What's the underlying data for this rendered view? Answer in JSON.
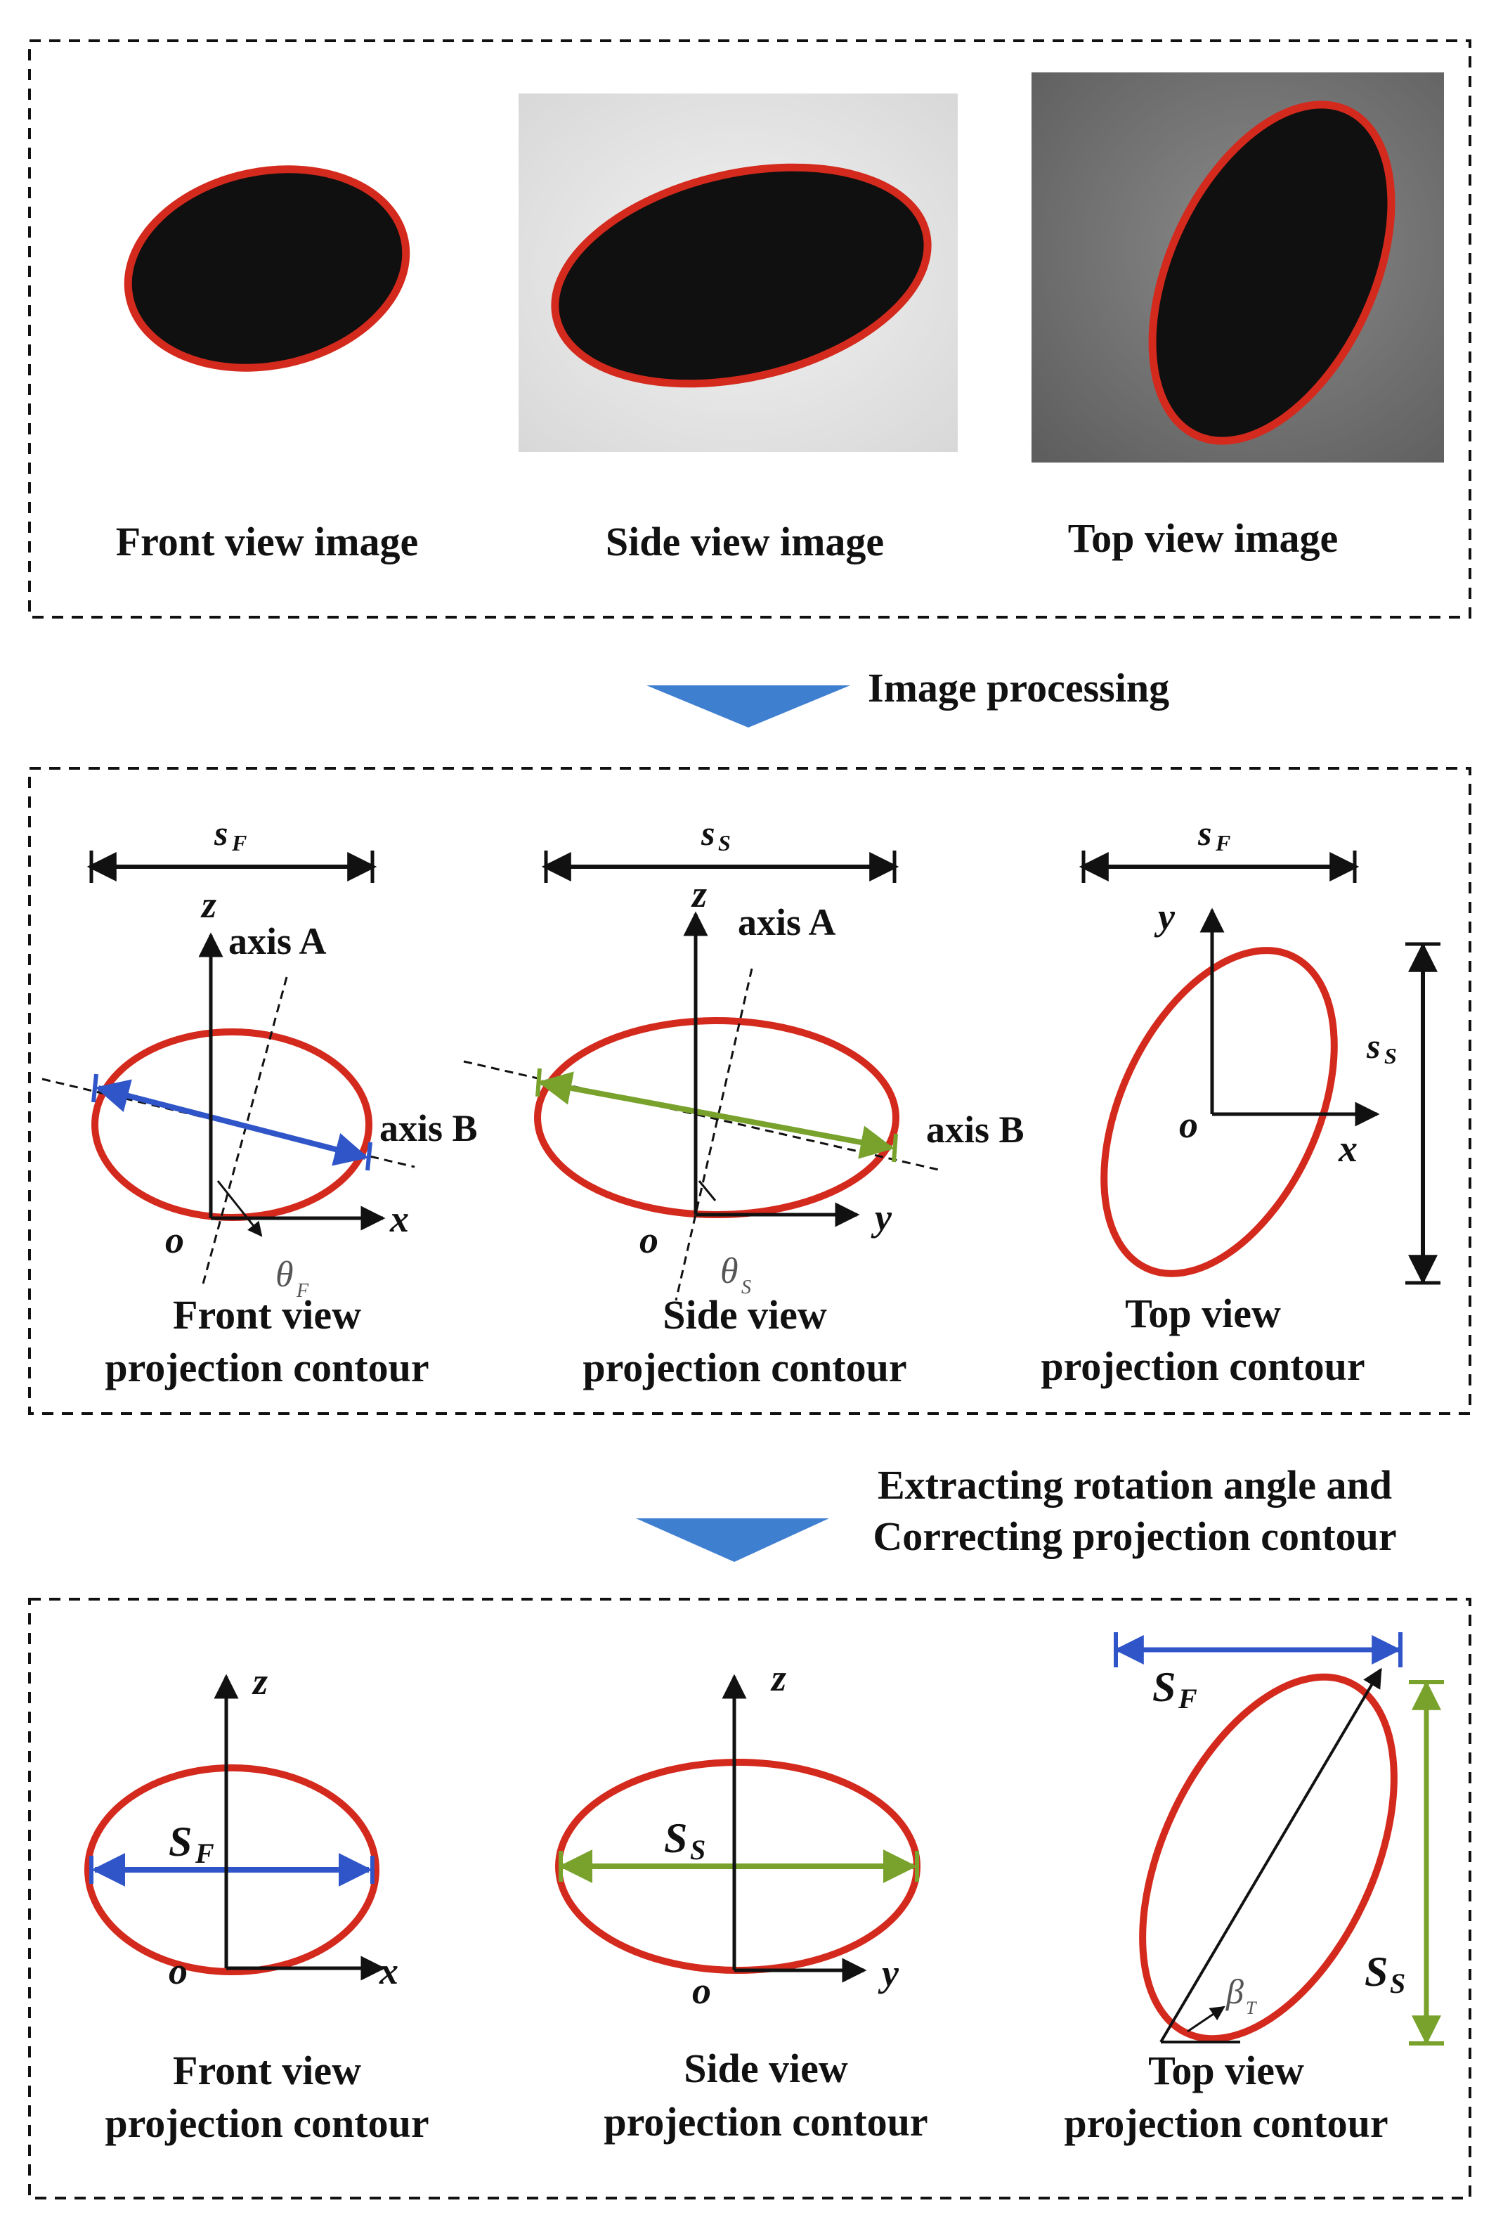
{
  "panels": {
    "top": {
      "captions": [
        "Front view image",
        "Side view image",
        "Top view image"
      ]
    },
    "middle": {
      "front": {
        "caption_line1": "Front view",
        "caption_line2": "projection contour",
        "axis_vertical": "z",
        "axis_horizontal": "x",
        "origin": "o",
        "axis_a": "axis A",
        "axis_b": "axis B",
        "width_symbol": "s",
        "width_subscript": "F",
        "angle_symbol": "θ",
        "angle_subscript": "F"
      },
      "side": {
        "caption_line1": "Side view",
        "caption_line2": "projection contour",
        "axis_vertical": "z",
        "axis_horizontal": "y",
        "origin": "o",
        "axis_a": "axis A",
        "axis_b": "axis B",
        "width_symbol": "s",
        "width_subscript": "S",
        "angle_symbol": "θ",
        "angle_subscript": "S"
      },
      "top": {
        "caption_line1": "Top view",
        "caption_line2": "projection contour",
        "axis_vertical": "y",
        "axis_horizontal": "x",
        "origin": "o",
        "width_symbol": "s",
        "width_subscript": "F",
        "height_symbol": "s",
        "height_subscript": "S"
      }
    },
    "bottom": {
      "front": {
        "caption_line1": "Front view",
        "caption_line2": "projection contour",
        "axis_vertical": "z",
        "axis_horizontal": "x",
        "origin": "o",
        "width_symbol": "S",
        "width_subscript": "F"
      },
      "side": {
        "caption_line1": "Side view",
        "caption_line2": "projection contour",
        "axis_vertical": "z",
        "axis_horizontal": "y",
        "origin": "o",
        "width_symbol": "S",
        "width_subscript": "S"
      },
      "top": {
        "caption_line1": "Top view",
        "caption_line2": "projection contour",
        "width_symbol": "S",
        "width_subscript": "F",
        "height_symbol": "S",
        "height_subscript": "S",
        "angle_symbol": "β",
        "angle_subscript": "T"
      }
    }
  },
  "steps": {
    "step1": "Image processing",
    "step2_line1": "Extracting rotation angle and",
    "step2_line2": "Correcting projection contour"
  },
  "colors": {
    "contour": "#d42a1e",
    "front_axis": "#2f55c8",
    "side_axis": "#78a22c",
    "flow_arrow": "#3f7fd0",
    "dark_object": "#101010",
    "side_bg": "#e8e8e8",
    "top_bg": "#7c7c7c"
  }
}
